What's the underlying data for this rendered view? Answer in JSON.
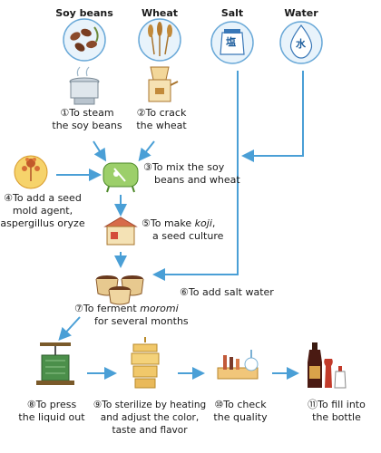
{
  "ingredients": {
    "soy_beans": "Soy beans",
    "wheat": "Wheat",
    "salt": "Salt",
    "water": "Water",
    "salt_glyph": "塩",
    "water_glyph": "水"
  },
  "steps": [
    {
      "num": "①",
      "line1": "To steam",
      "line2": "the soy beans"
    },
    {
      "num": "②",
      "line1": "To crack",
      "line2": "the wheat"
    },
    {
      "num": "③",
      "line1": "To mix the soy",
      "line2": "beans and wheat"
    },
    {
      "num": "④",
      "line1": "To add a seed",
      "line2": "mold agent,",
      "line3": "aspergillus oryze"
    },
    {
      "num": "⑤",
      "line1_pre": "To make ",
      "line1_em": "koji",
      "line1_post": ",",
      "line2": "a seed culture"
    },
    {
      "num": "⑥",
      "line1": "To add salt water"
    },
    {
      "num": "⑦",
      "line1_pre": "To ferment ",
      "line1_em": "moromi",
      "line2": "for several months"
    },
    {
      "num": "⑧",
      "line1": "To press",
      "line2": "the liquid out"
    },
    {
      "num": "⑨",
      "line1": "To sterilize by heating",
      "line2": "and adjust the color,",
      "line3": "taste and flavor"
    },
    {
      "num": "⑩",
      "line1": "To check",
      "line2": "the quality"
    },
    {
      "num": "⑪",
      "line1": "To fill into",
      "line2": "the bottle"
    }
  ],
  "colors": {
    "arrow": "#4a9fd6",
    "circle_fill": "#e8f3fb",
    "circle_stroke": "#6aa9d8"
  },
  "icons": [
    "soybean-icon",
    "wheat-icon",
    "salt-bag-icon",
    "water-drop-icon",
    "steamer-icon",
    "grain-mill-icon",
    "mixer-tank-icon",
    "mold-icon",
    "koji-house-icon",
    "fermentation-tubs-icon",
    "press-icon",
    "sterilizer-icon",
    "lab-equipment-icon",
    "bottles-icon"
  ]
}
